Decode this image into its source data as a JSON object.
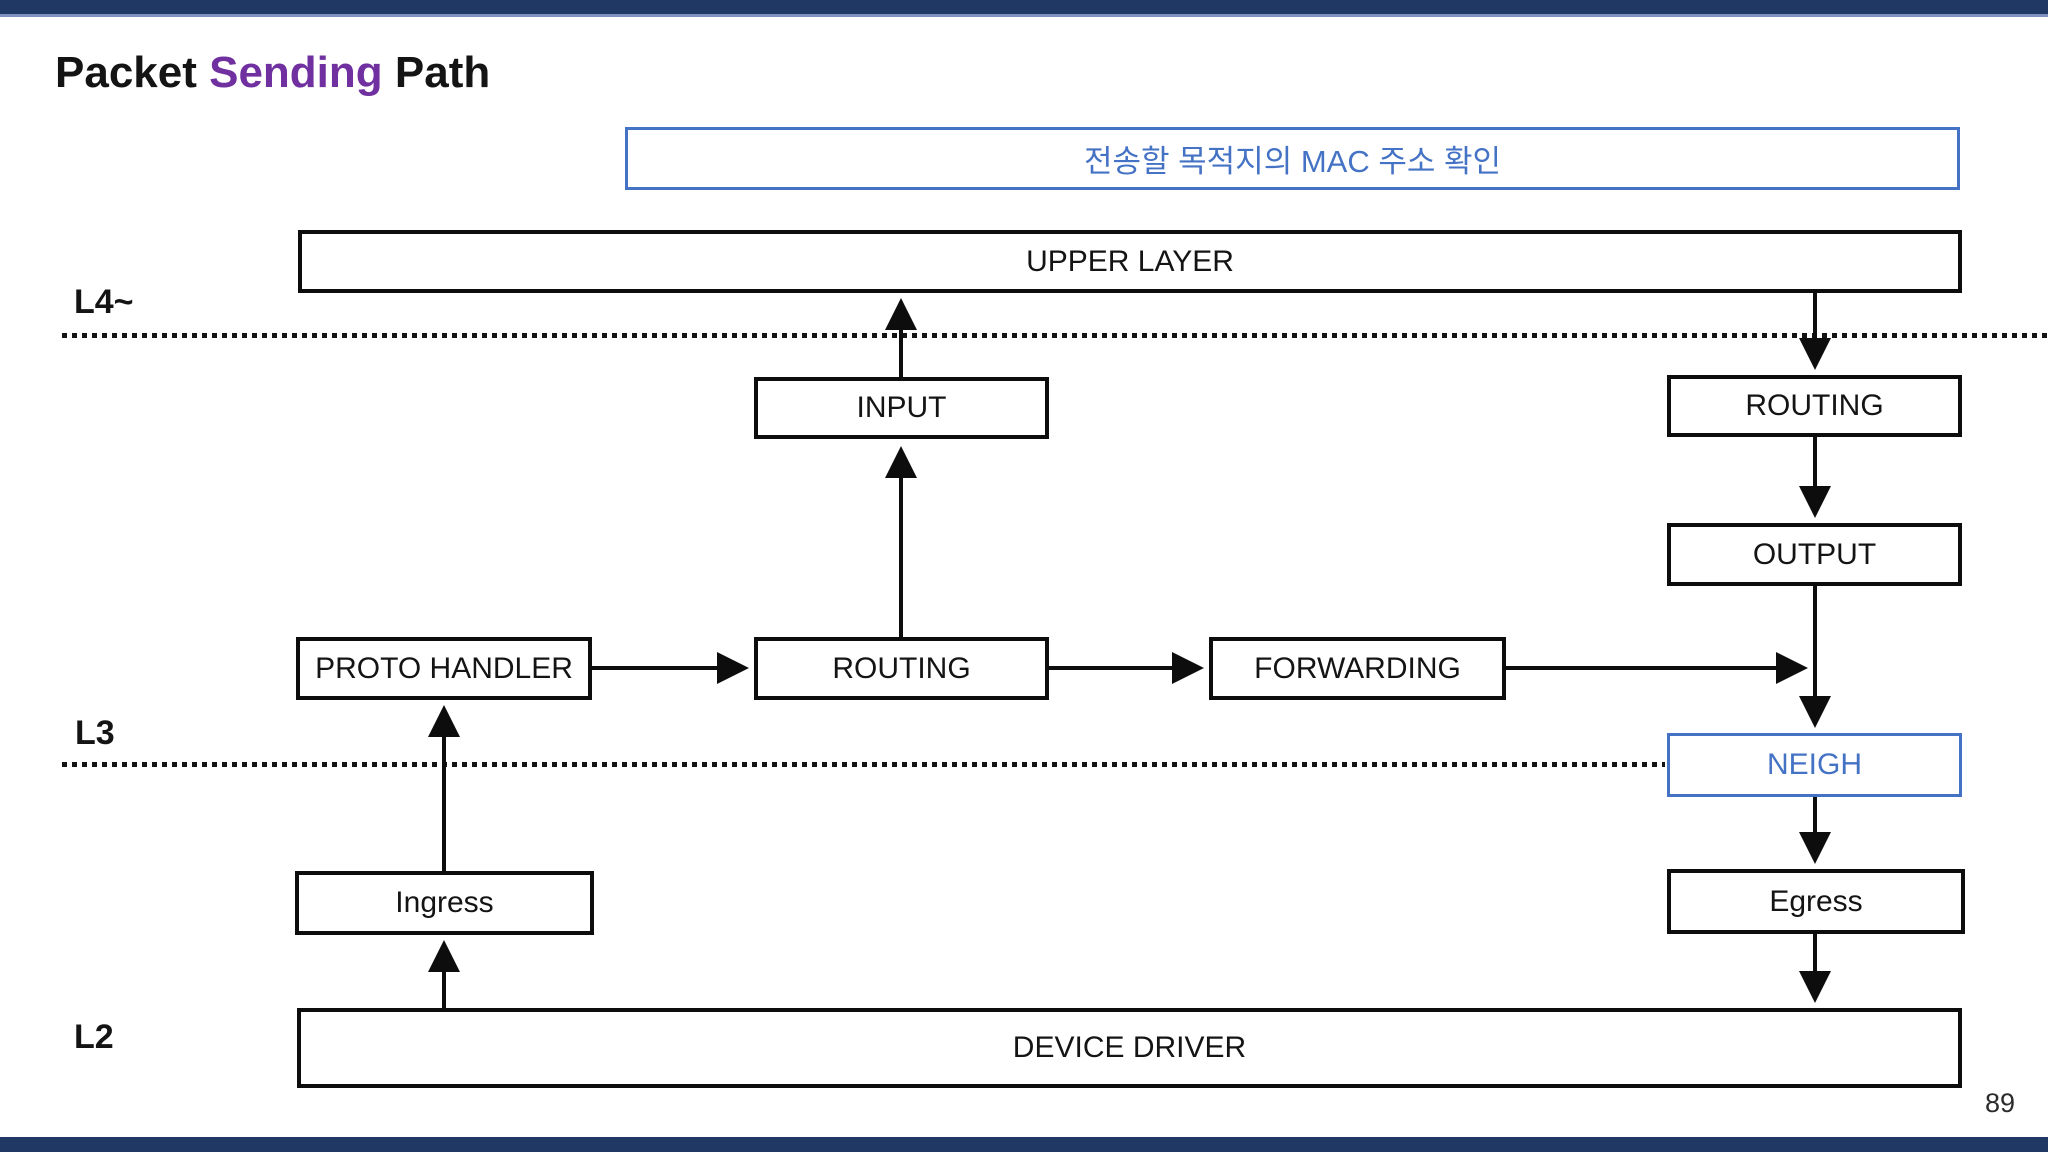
{
  "page": {
    "kind": "presentation-slide",
    "page_number": "89"
  },
  "title": {
    "part1": "Packet ",
    "part2": "Sending",
    "part3": " Path"
  },
  "annotation": {
    "text": "전송할 목적지의 MAC 주소 확인"
  },
  "layers": {
    "l4": "L4~",
    "l3": "L3",
    "l2": "L2"
  },
  "nodes": {
    "upper_layer": "UPPER LAYER",
    "input": "INPUT",
    "routing_right": "ROUTING",
    "output": "OUTPUT",
    "proto_handler": "PROTO HANDLER",
    "routing_center": "ROUTING",
    "forwarding": "FORWARDING",
    "neigh": "NEIGH",
    "ingress": "Ingress",
    "egress": "Egress",
    "device_driver": "DEVICE DRIVER"
  },
  "colors": {
    "navy_bar": "#1F3864",
    "accent_blue": "#4472C4",
    "title_purple": "#7030A0",
    "diagram_black": "#0D0D0D"
  }
}
